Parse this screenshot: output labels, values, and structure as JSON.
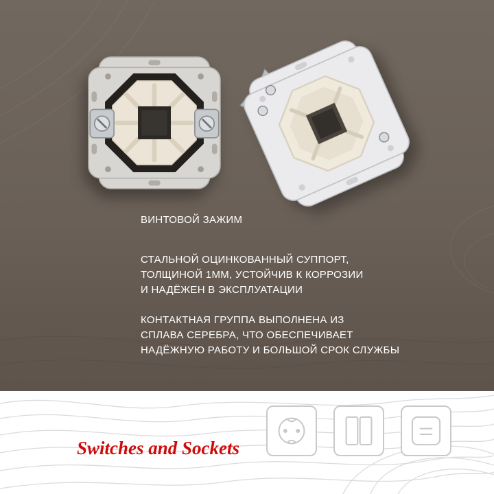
{
  "colors": {
    "background": "#6a6057",
    "band": "#ffffff",
    "feature_text": "#ffffff",
    "tagline": "#cf0a0a"
  },
  "features": {
    "screw_clamp": "ВИНТОВОЙ ЗАЖИМ",
    "steel_support": "СТАЛЬНОЙ ОЦИНКОВАННЫЙ СУППОРТ,\nТОЛЩИНОЙ 1ММ, УСТОЙЧИВ К КОРРОЗИИ\nИ НАДЁЖЕН В ЭКСПЛУАТАЦИИ",
    "contact_group": "КОНТАКТНАЯ ГРУППА ВЫПОЛНЕНА ИЗ\nСПЛАВА СЕРЕБРА, ЧТО ОБЕСПЕЧИВАЕТ\nНАДЁЖНУЮ РАБОТУ И БОЛЬШОЙ СРОК СЛУЖБЫ"
  },
  "footer": {
    "tagline": "Switches and Sockets",
    "icons": [
      {
        "name": "socket-icon"
      },
      {
        "name": "double-switch-icon"
      },
      {
        "name": "usb-socket-icon"
      }
    ]
  }
}
